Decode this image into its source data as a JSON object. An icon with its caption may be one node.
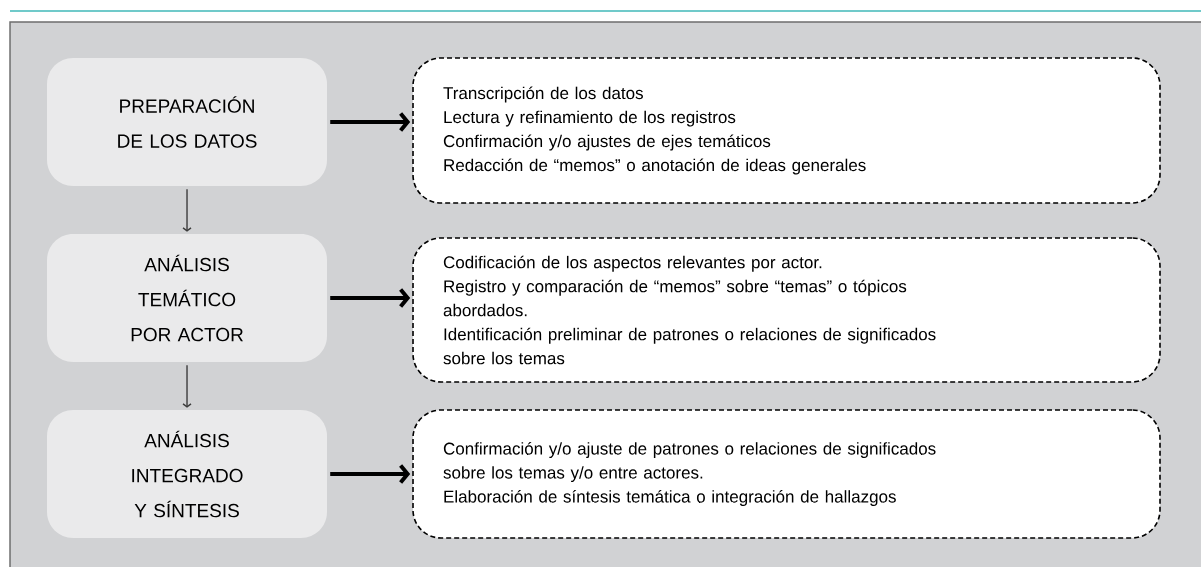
{
  "diagram": {
    "nodes": [
      {
        "text": [
          "PREPARACIÓN DE LOS DATOS"
        ]
      },
      {
        "text": [
          "ANÁLISIS TEMÁTICO POR ACTOR"
        ]
      },
      {
        "text": [
          "ANÁLISIS INTEGRADO Y SÍNTESIS"
        ]
      },
      {
        "text": [
          "Transcripción de los datos",
          "Lectura y refinamiento de los registros",
          "Confirmación y/o ajustes de ejes temáticos",
          "Redacción de “memos” o anotación de ideas generales"
        ]
      },
      {
        "text": [
          "Codificación de los aspectos relevantes por actor.",
          "Registro y comparación de “memos” sobre “temas” o tópicos abordados.",
          "Identificación preliminar de patrones o relaciones de significados sobre los temas"
        ]
      },
      {
        "text": [
          "Confirmación y/o ajuste de patrones o relaciones de significados sobre los temas y/o entre actores.",
          "Elaboración de síntesis temática o integración de hallazgos"
        ]
      }
    ],
    "edges": [
      {
        "from": 0,
        "to": 3,
        "arrow": "to"
      },
      {
        "from": 1,
        "to": 4,
        "arrow": "to"
      },
      {
        "from": 2,
        "to": 5,
        "arrow": "to"
      },
      {
        "from": 0,
        "to": 1,
        "arrow": "to"
      },
      {
        "from": 1,
        "to": 2,
        "arrow": "to"
      }
    ]
  }
}
